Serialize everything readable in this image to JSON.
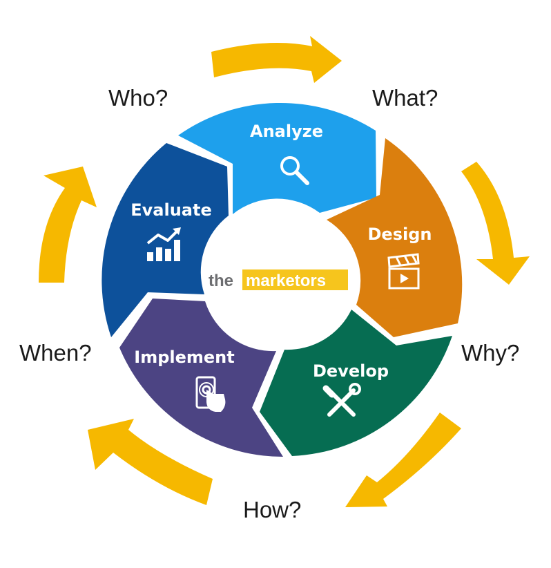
{
  "questions": {
    "who": "Who?",
    "what": "What?",
    "why": "Why?",
    "how": "How?",
    "when": "When?"
  },
  "phases": {
    "analyze": "Analyze",
    "design": "Design",
    "develop": "Develop",
    "implement": "Implement",
    "evaluate": "Evaluate"
  },
  "logo": {
    "prefix": "the",
    "brand": "marketors"
  },
  "colors": {
    "analyze": "#1ea0ec",
    "design": "#db7f0e",
    "develop": "#066d52",
    "implement": "#4c4483",
    "evaluate": "#0d519b",
    "arrows": "#f6b800",
    "logo_highlight": "#f6c51d"
  },
  "icons": {
    "analyze": "magnifier-icon",
    "design": "clapperboard-icon",
    "develop": "wrench-screwdriver-icon",
    "implement": "touch-screen-icon",
    "evaluate": "growth-chart-icon"
  }
}
